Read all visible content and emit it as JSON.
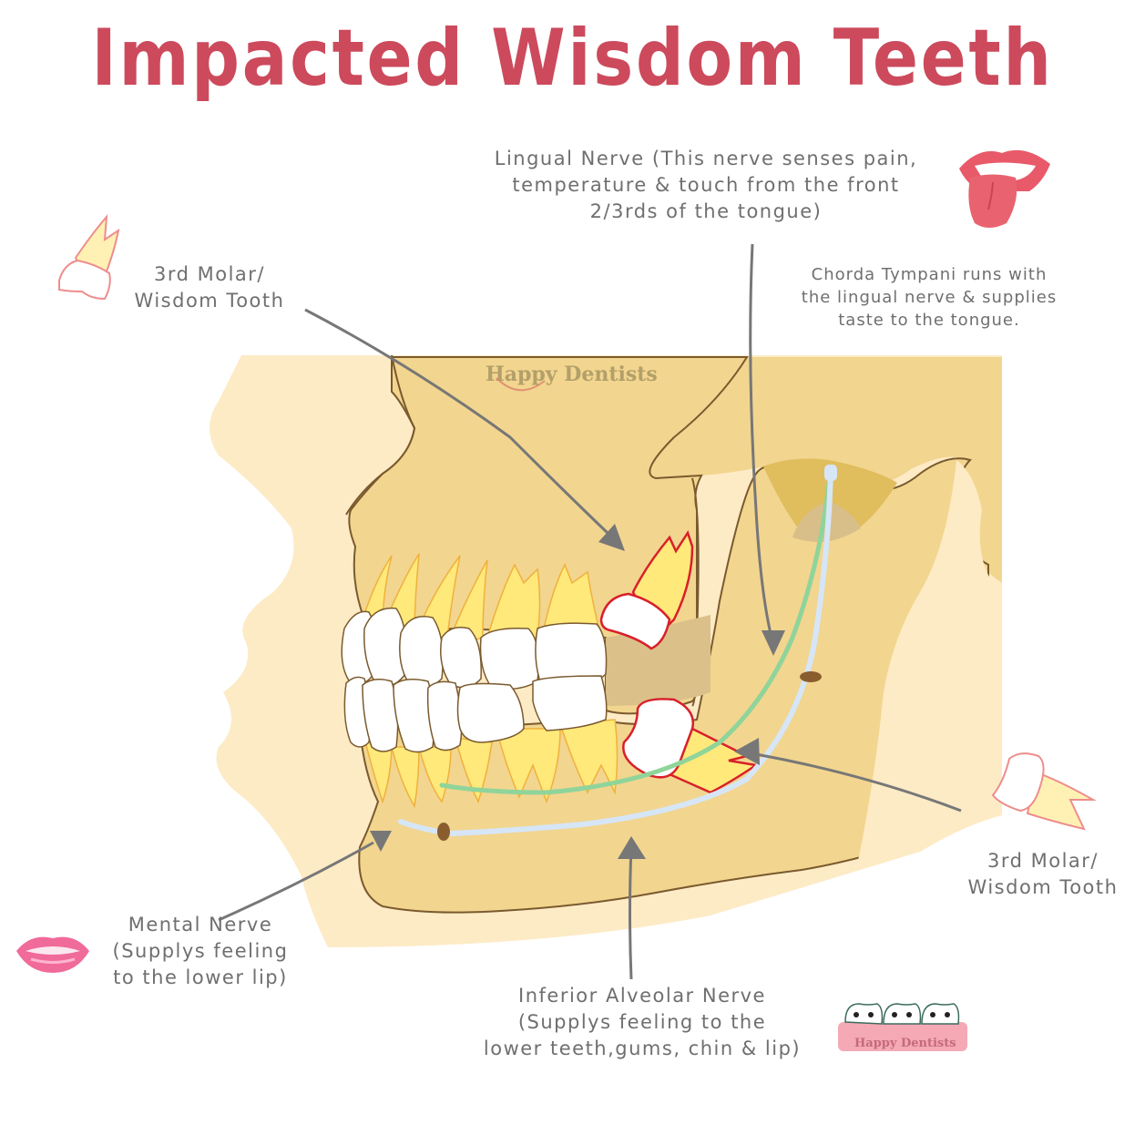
{
  "title": "Impacted Wisdom Teeth",
  "colors": {
    "title": "#cc4a5c",
    "label_text": "#6f6f6f",
    "skin_light": "#fdebc6",
    "bone": "#f2d58f",
    "bone_outline": "#7a5a2e",
    "crown": "#ffffff",
    "root": "#ffe97a",
    "impacted_outline": "#d8202a",
    "lingual_nerve": "#8fd49a",
    "alveolar_nerve": "#d6e6f7",
    "arrow": "#777777"
  },
  "labels": {
    "lingual_nerve": {
      "lines": [
        "Lingual Nerve (This nerve senses pain,",
        "temperature & touch from the front",
        "2/3rds of the tongue)"
      ]
    },
    "chorda_tympani": {
      "lines": [
        "Chorda Tympani runs with",
        "the lingual nerve & supplies",
        "taste to the tongue."
      ]
    },
    "upper_wisdom_tooth": {
      "lines": [
        "3rd Molar/",
        "Wisdom Tooth"
      ]
    },
    "lower_wisdom_tooth": {
      "lines": [
        "3rd Molar/",
        "Wisdom Tooth"
      ]
    },
    "mental_nerve": {
      "lines": [
        "Mental Nerve",
        "(Supplys feeling",
        "to the lower lip)"
      ]
    },
    "inferior_alveolar_nerve": {
      "lines": [
        "Inferior Alveolar Nerve",
        "(Supplys feeling to the",
        "lower teeth,gums, chin & lip)"
      ]
    }
  },
  "branding": {
    "watermark": "Happy Dentists",
    "logo_text": "Happy Dentists"
  },
  "icons": [
    "tooth-upper-icon",
    "tongue-icon",
    "tooth-lower-icon",
    "lips-icon",
    "happy-teeth-logo"
  ]
}
